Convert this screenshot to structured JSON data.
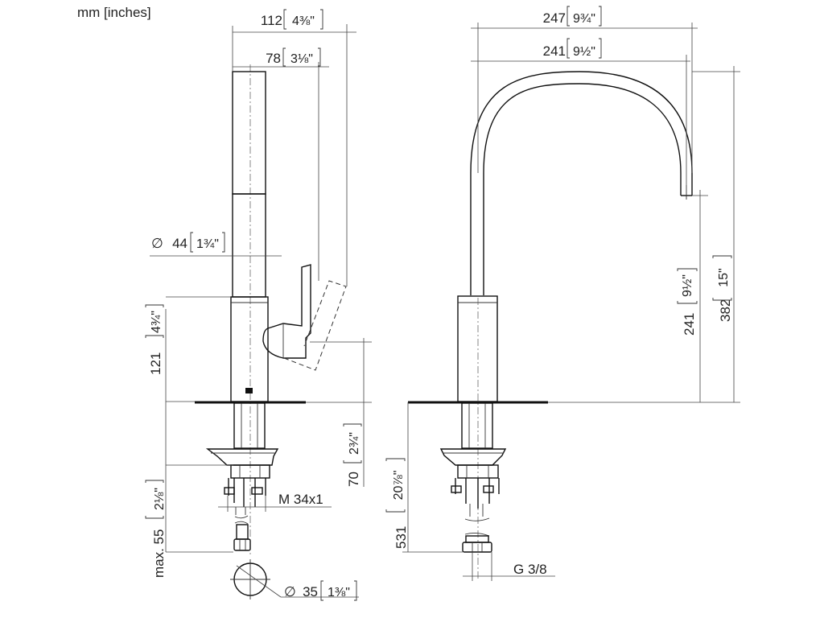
{
  "units": "mm [inches]",
  "dimensions": {
    "side_width_total": {
      "mm": "112",
      "inch": "4⅜\""
    },
    "side_spout_length": {
      "mm": "78",
      "inch": "3⅛\""
    },
    "body_diameter": {
      "symbol": "∅",
      "mm": "44",
      "inch": "1¾\""
    },
    "body_height": {
      "mm": "121",
      "inch": "4¾\""
    },
    "shank_depth": {
      "mm": "70",
      "inch": "2¾\""
    },
    "max_thickness": {
      "mm": "max. 55",
      "inch": "2⅛\""
    },
    "thread": {
      "text": "M 34x1"
    },
    "hole_diameter": {
      "symbol": "∅",
      "mm": "35",
      "inch": "1⅜\""
    },
    "front_reach_total": {
      "mm": "247",
      "inch": "9¾\""
    },
    "front_reach_spout": {
      "mm": "241",
      "inch": "9½\""
    },
    "spout_clearance": {
      "mm": "241",
      "inch": "9½\""
    },
    "overall_height": {
      "mm": "382",
      "inch": "15\""
    },
    "hose_length": {
      "mm": "531",
      "inch": "20⅞\""
    },
    "connection": {
      "text": "G 3/8"
    }
  }
}
